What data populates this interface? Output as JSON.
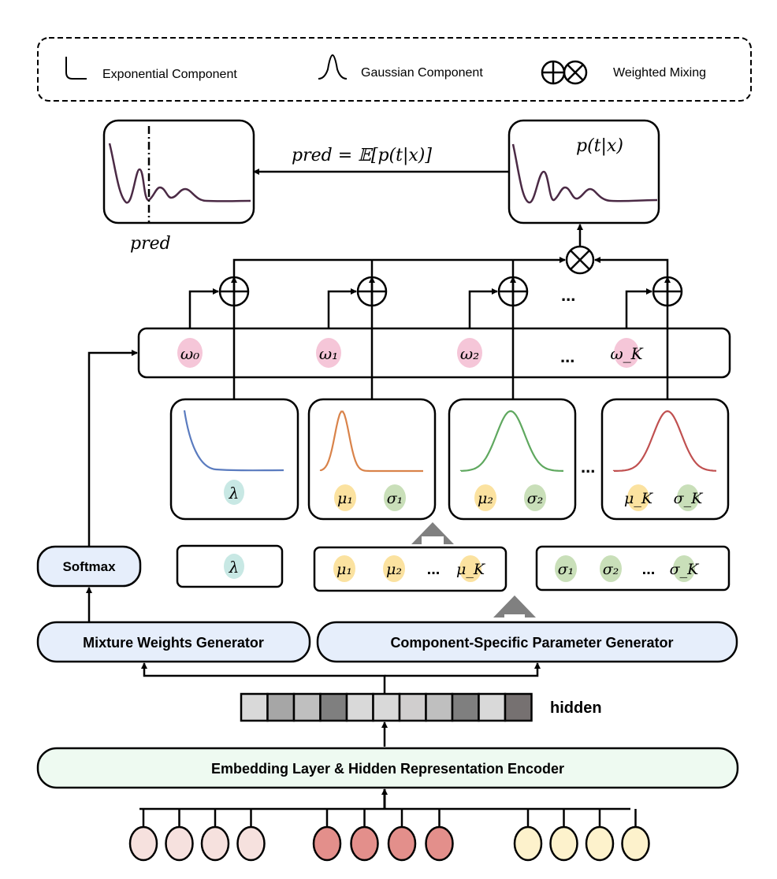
{
  "legend": {
    "exponential": "Exponential Component",
    "gaussian": "Gaussian Component",
    "mixing": "Weighted Mixing"
  },
  "output": {
    "pred_formula": "pred = 𝔼[p(t|x)]",
    "distribution_label": "p(t|x)",
    "pred_label": "pred"
  },
  "weights": {
    "items": [
      "ω₀",
      "ω₁",
      "ω₂",
      "ω_K"
    ],
    "ellipsis": "..."
  },
  "components": {
    "exponential_param": "λ",
    "gaussians": [
      {
        "mu": "μ₁",
        "sigma": "σ₁",
        "color": "#d9834a"
      },
      {
        "mu": "μ₂",
        "sigma": "σ₂",
        "color": "#5fa85f"
      },
      {
        "mu": "μ_K",
        "sigma": "σ_K",
        "color": "#c05050"
      }
    ],
    "exponential_color": "#5a7bbf",
    "ellipsis": "..."
  },
  "params": {
    "lambda": "λ",
    "mus": [
      "μ₁",
      "μ₂",
      "...",
      "μ_K"
    ],
    "sigmas": [
      "σ₁",
      "σ₂",
      "...",
      "σ_K"
    ]
  },
  "modules": {
    "softmax": "Softmax",
    "mixture_weights": "Mixture Weights Generator",
    "component_params": "Component-Specific Parameter Generator",
    "hidden": "hidden",
    "encoder": "Embedding Layer & Hidden Representation Encoder"
  },
  "hidden_vector_shades": [
    "#d9d9d9",
    "#a6a6a6",
    "#bfbfbf",
    "#7f7f7f",
    "#d9d9d9",
    "#d9d9d9",
    "#d0cece",
    "#bfbfbf",
    "#7f7f7f",
    "#d9d9d9",
    "#767171"
  ],
  "input_features": {
    "groups": [
      {
        "color": "#f6e1de",
        "count": 4
      },
      {
        "color": "#e38f8b",
        "count": 4
      },
      {
        "color": "#fdf2cc",
        "count": 4
      }
    ]
  },
  "colors": {
    "omega_fill": "#f5c6d8",
    "lambda_fill": "#c8e8e4",
    "mu_fill": "#fbe2a0",
    "sigma_fill": "#c9dfb9",
    "module_fill": "#e6eefb",
    "encoder_fill": "#eefaf1",
    "curve": "#4b2a45"
  }
}
